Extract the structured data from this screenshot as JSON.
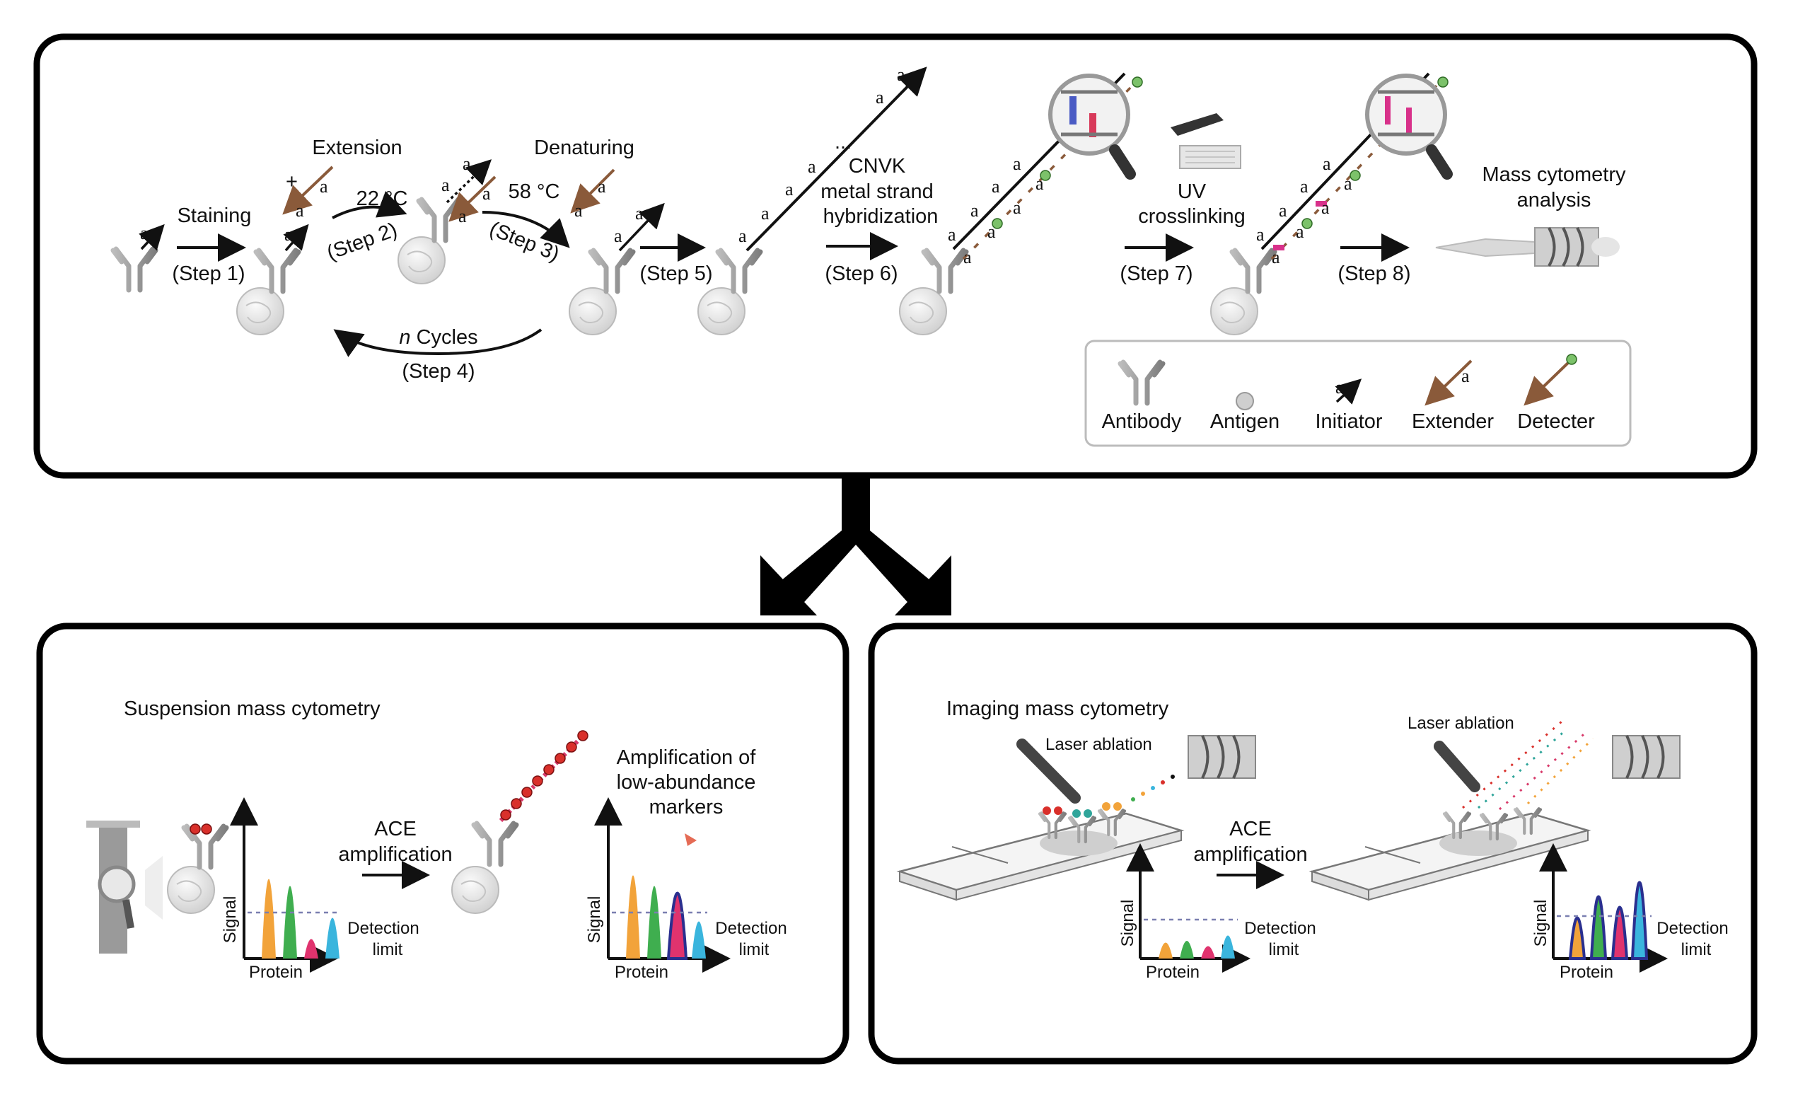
{
  "top": {
    "labels": {
      "extension": "Extension",
      "denaturing": "Denaturing",
      "staining": "Staining",
      "step1": "(Step 1)",
      "temp22": "22 °C",
      "step2": "(Step 2)",
      "temp58": "58 °C",
      "step3": "(Step 3)",
      "step5": "(Step 5)",
      "cnvk1": "CNVK",
      "cnvk2": "metal strand",
      "cnvk3": "hybridization",
      "step6": "(Step 6)",
      "uv1": "UV",
      "uv2": "crosslinking",
      "step7": "(Step 7)",
      "step8": "(Step 8)",
      "mass1": "Mass cytometry",
      "mass2": "analysis",
      "n_cycles_n": "n",
      "n_cycles_rest": " Cycles",
      "step4": "(Step 4)",
      "plus": "+",
      "strand_a": "a",
      "strand_astar": "a",
      "star": "*",
      "dots": "..."
    },
    "legend": {
      "antibody": "Antibody",
      "antigen": "Antigen",
      "initiator": "Initiator",
      "extender": "Extender",
      "detecter": "Detecter"
    }
  },
  "bottom_left": {
    "title": "Suspension mass cytometry",
    "ace1": "ACE",
    "ace2": "amplification",
    "amp1": "Amplification of",
    "amp2": "low-abundance",
    "amp3": "markers",
    "signal": "Signal",
    "protein": "Protein",
    "detection": "Detection",
    "limit": "limit"
  },
  "bottom_right": {
    "title": "Imaging mass cytometry",
    "laser": "Laser ablation",
    "ace1": "ACE",
    "ace2": "amplification",
    "signal": "Signal",
    "protein": "Protein",
    "detection": "Detection",
    "limit": "limit"
  },
  "colors": {
    "strand": "#111111",
    "extender": "#8a5a3a",
    "detect_green": "#7cc26a",
    "peak_orange": "#f2a33a",
    "peak_green": "#3fae4f",
    "peak_pink": "#e0336e",
    "peak_cyan": "#3ab5dd",
    "peak_navy": "#2a2f8f",
    "bead_red": "#d9302b",
    "cell_gray": "#d8d8d8"
  }
}
